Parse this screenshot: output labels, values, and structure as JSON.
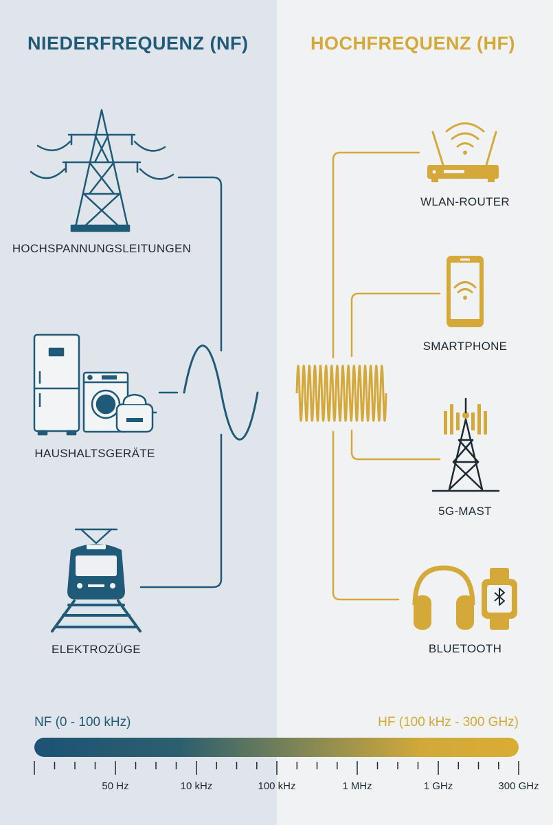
{
  "headings": {
    "nf": "NIEDERFREQUENZ (NF)",
    "hf": "HOCHFREQUENZ (HF)"
  },
  "nf_sources": [
    {
      "label": "HOCHSPANNUNGSLEITUNGEN",
      "icon": "power-pylon-icon"
    },
    {
      "label": "HAUSHALTSGERÄTE",
      "icon": "household-appliances-icon"
    },
    {
      "label": "ELEKTROZÜGE",
      "icon": "electric-train-icon"
    }
  ],
  "hf_sources": [
    {
      "label": "WLAN-ROUTER",
      "icon": "wifi-router-icon"
    },
    {
      "label": "SMARTPHONE",
      "icon": "smartphone-icon"
    },
    {
      "label": "5G-MAST",
      "icon": "cell-tower-icon"
    },
    {
      "label": "BLUETOOTH",
      "icon": "headphones-smartwatch-icon"
    }
  ],
  "scale": {
    "nf_range": "NF (0 - 100 kHz)",
    "hf_range": "HF (100 kHz - 300 GHz)",
    "ticks": [
      "50 Hz",
      "10 kHz",
      "100 kHz",
      "1 MHz",
      "1 GHz",
      "300 GHz"
    ]
  },
  "colors": {
    "nf": "#1f5a78",
    "hf": "#d4a93a",
    "text": "#1e2a33"
  }
}
